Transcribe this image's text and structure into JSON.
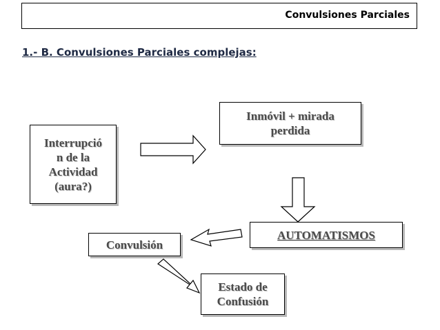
{
  "header": {
    "title": "Convulsiones Parciales"
  },
  "section": {
    "title": "1.- B. Convulsiones Parciales  complejas:"
  },
  "nodes": {
    "interrupcion": "Interrupció\nn de la\nActividad\n(aura?)",
    "inmovil": "Inmóvil + mirada\nperdida",
    "automatismos": "AUTOMATISMOS",
    "convulsion": "Convulsión",
    "estado": "Estado de\nConfusión"
  },
  "edges": [
    {
      "from": "interrupcion",
      "to": "inmovil"
    },
    {
      "from": "inmovil",
      "to": "automatismos"
    },
    {
      "from": "automatismos",
      "to": "convulsion"
    },
    {
      "from": "convulsion",
      "to": "estado"
    }
  ]
}
